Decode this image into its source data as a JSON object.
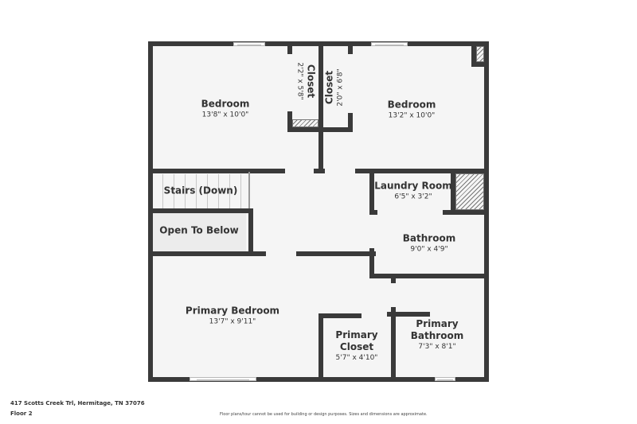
{
  "plan": {
    "rooms": [
      {
        "name": "Bedroom",
        "dim": "13'8\" x 10'0\""
      },
      {
        "name": "Closet",
        "dim": "2'2\" x 5'8\""
      },
      {
        "name": "Closet",
        "dim": "2'0\" x 6'8\""
      },
      {
        "name": "Bedroom",
        "dim": "13'2\" x 10'0\""
      },
      {
        "name": "Stairs (Down)"
      },
      {
        "name": "Open To Below"
      },
      {
        "name": "Laundry Room",
        "dim": "6'5\" x 3'2\""
      },
      {
        "name": "Bathroom",
        "dim": "9'0\" x 4'9\""
      },
      {
        "name": "Primary Bedroom",
        "dim": "13'7\" x 9'11\""
      },
      {
        "name": "Primary\nCloset",
        "dim": "5'7\" x 4'10\""
      },
      {
        "name": "Primary\nBathroom",
        "dim": "7'3\" x 8'1\""
      }
    ],
    "colors": {
      "wall": "#3a3a3a",
      "floor": "#f5f5f5",
      "text": "#333333"
    }
  },
  "footer": {
    "address": "417 Scotts Creek Trl, Hermitage, TN 37076",
    "floor": "Floor 2",
    "disclaimer": "Floor plans/tour cannot be used for building or design purposes. Sizes and dimensions are approximate."
  }
}
